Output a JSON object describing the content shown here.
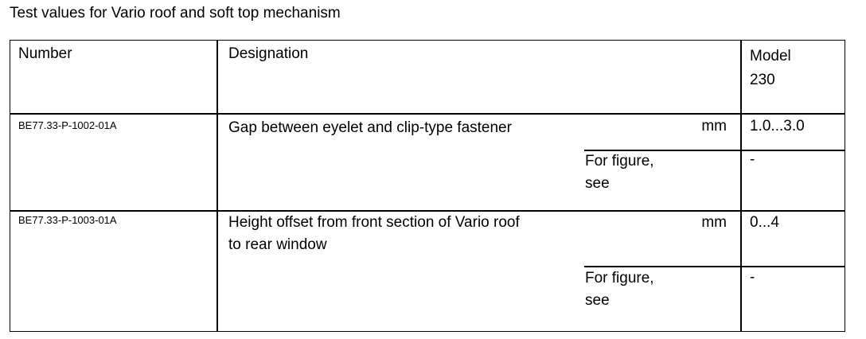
{
  "title": "Test values for Vario roof and soft top mechanism",
  "header": {
    "number": "Number",
    "designation": "Designation",
    "model_line1": "Model",
    "model_line2": "230"
  },
  "rows": [
    {
      "number": "BE77.33-P-1002-01A",
      "designation": "Gap between eyelet and clip-type fastener",
      "unit": "mm",
      "value": "1.0...3.0",
      "figure_label_line1": "For figure,",
      "figure_label_line2": "see",
      "figure_value": "-"
    },
    {
      "number": "BE77.33-P-1003-01A",
      "designation_line1": "Height offset from front section of Vario roof",
      "designation_line2": "to rear window",
      "unit": "mm",
      "value": "0...4",
      "figure_label_line1": "For figure,",
      "figure_label_line2": "see",
      "figure_value": "-"
    }
  ]
}
